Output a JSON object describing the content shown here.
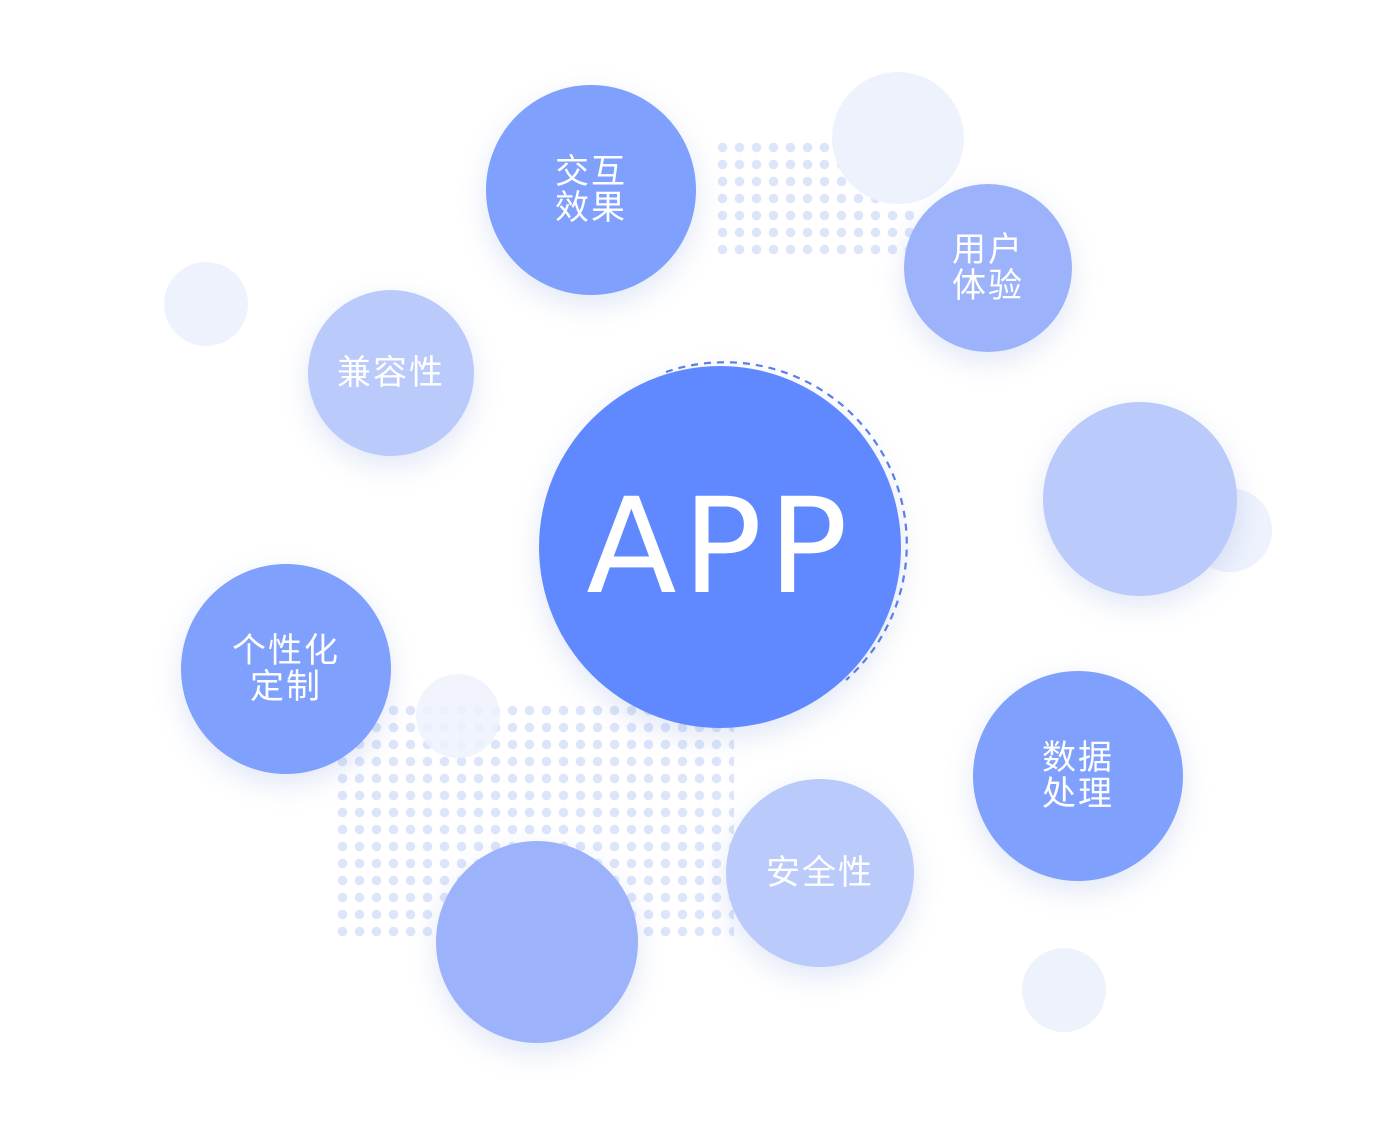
{
  "center": {
    "label": "APP"
  },
  "nodes": {
    "interaction": "交互\n效果",
    "user_experience": "用户\n体验",
    "compatibility": "兼容性",
    "personalization": "个性化\n定制",
    "data_processing": "数据\n处理",
    "security": "安全性"
  },
  "colors": {
    "center": "#6189ff",
    "medium": "#7fa0fd",
    "light": "#9cb3fc",
    "lighter": "#bacafa",
    "pale": "#eef2fd",
    "dots": "#dde5fb",
    "dashed_ring": "#5b7fe6"
  }
}
